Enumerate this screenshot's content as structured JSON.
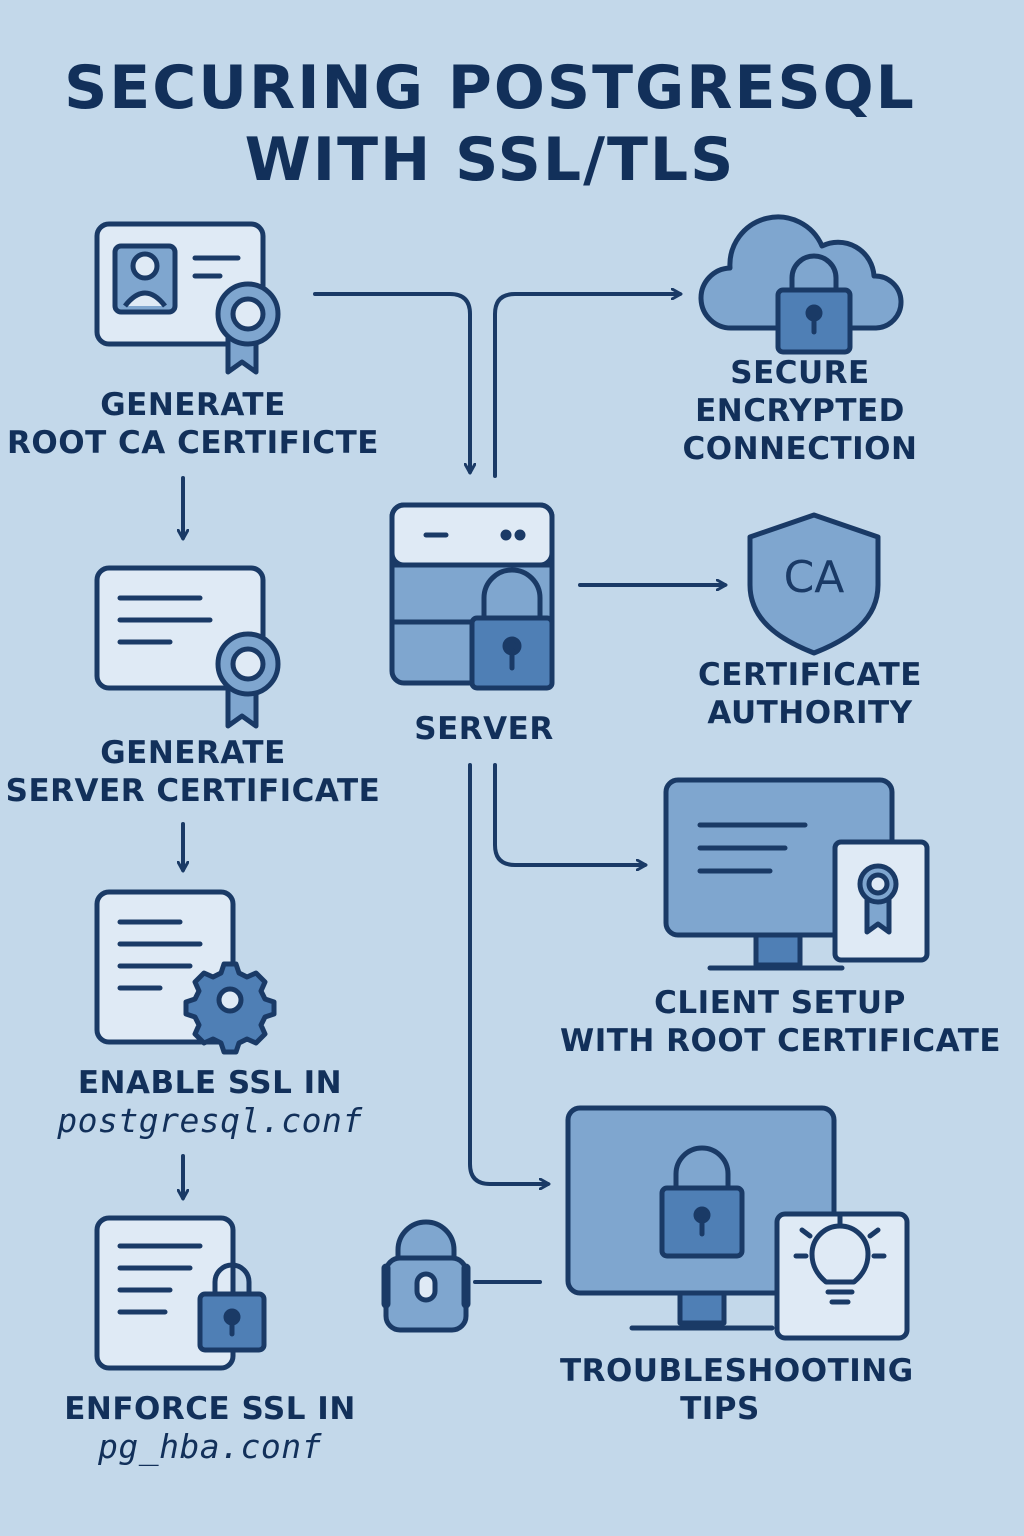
{
  "title": {
    "line1": "SECURING POSTGRESQL",
    "line2": "WITH SSL/TLS"
  },
  "steps": [
    {
      "line1": "GENERATE",
      "line2": "ROOT CA CERTIFICTE"
    },
    {
      "line1": "GENERATE",
      "line2": "SERVER CERTIFICATE"
    },
    {
      "line1": "ENABLE SSL IN",
      "line2": "postgresql.conf"
    },
    {
      "line1": "ENFORCE SSL IN",
      "line2": "pg_hba.conf"
    }
  ],
  "server": {
    "label": "SERVER"
  },
  "ca_icon_text": "CA",
  "outcomes": {
    "secure": {
      "line1": "SECURE",
      "line2": "ENCRYPTED",
      "line3": "CONNECTION"
    },
    "authority": {
      "line1": "CERTIFICATE",
      "line2": "AUTHORITY"
    },
    "client": {
      "line1": "CLIENT SETUP",
      "line2": "WITH ROOT CERTIFICATE"
    },
    "tips": {
      "line1": "TROUBLESHOOTING",
      "line2": "TIPS"
    }
  },
  "colors": {
    "background": "#c3d8ea",
    "stroke": "#1a3a66",
    "fill_light": "#dfeaf5",
    "fill_mid": "#7fa6cf",
    "fill_dark": "#4f7fb5"
  }
}
